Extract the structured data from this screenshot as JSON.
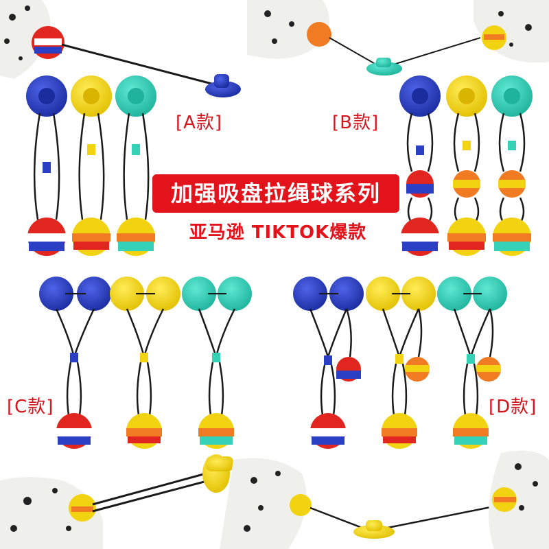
{
  "labels": {
    "a": "[A款]",
    "b": "[B款]",
    "c": "[C款]",
    "d": "[D款]"
  },
  "banner": {
    "title": "加强吸盘拉绳球系列",
    "subtitle": "亚马逊 TIKTOK爆款"
  },
  "colors": {
    "accent": "#e3131b",
    "blue": "#2b3fc4",
    "yellow": "#f1d311",
    "teal": "#35d2b8",
    "red": "#e0261f",
    "orange": "#f07b22"
  }
}
